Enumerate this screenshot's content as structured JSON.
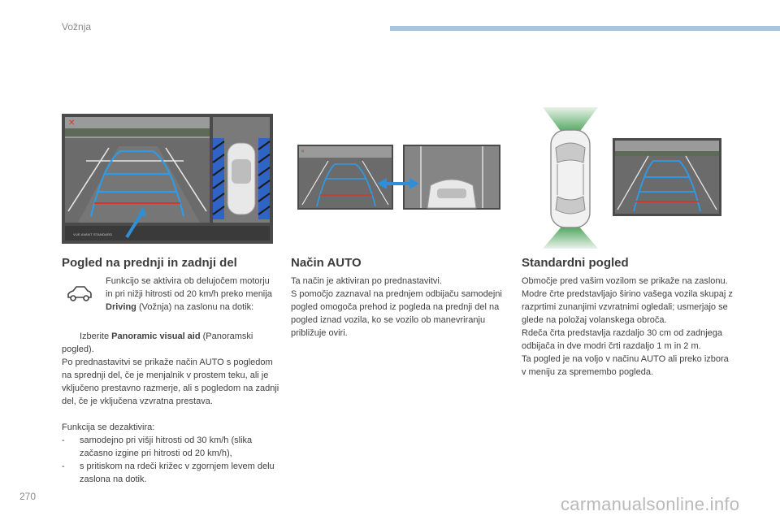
{
  "header": {
    "section": "Vožnja"
  },
  "footer": {
    "page_number": "270",
    "watermark": "carmanualsonline.info"
  },
  "col1": {
    "title": "Pogled na prednji in zadnji del",
    "intro": {
      "t1": "Funkcijo se aktivira ob delujočem motorju in pri nižji hitrosti od 20 km/h preko menija ",
      "bold": "Driving",
      "t2": " (Vožnja) na zaslonu na dotik:"
    },
    "select": {
      "bullet": "",
      "t1": "Izberite ",
      "bold": "Panoramic visual aid",
      "t2": " (Panoramski pogled)."
    },
    "body": "Po prednastavitvi se prikaže način AUTO s pogledom na sprednji del, če je menjalnik v prostem teku, ali je vključeno prestavno razmerje, ali s pogledom na zadnji del, če je vključena vzvratna prestava.",
    "deactivate_title": "Funkcija se dezaktivira:",
    "deactivate_items": [
      {
        "dash": "-",
        "text": "samodejno pri višji hitrosti od 30 km/h (slika začasno izgine pri hitrosti od 20 km/h),"
      },
      {
        "dash": "-",
        "text": "s pritiskom na rdeči križec v zgornjem levem delu zaslona na dotik."
      }
    ],
    "screen_label": "VUE AVANT STANDARD"
  },
  "col2": {
    "title": "Način AUTO",
    "lines": [
      "Ta način je aktiviran po prednastavitvi.",
      "S pomočjo zaznaval na prednjem odbijaču samodejni pogled omogoča prehod iz pogleda na prednji del na pogled iznad vozila, ko se vozilo ob manevriranju približuje oviri."
    ]
  },
  "col3": {
    "title": "Standardni pogled",
    "lines": [
      "Območje pred vašim vozilom se prikaže na zaslonu.",
      "Modre črte predstavljajo širino vašega vozila skupaj z razprtimi zunanjimi vzvratnimi ogledali; usmerjajo se glede na položaj volanskega obroča.",
      "Rdeča črta predstavlja razdaljo 30 cm od zadnjega odbijača in dve modri črti razdaljo 1 m in 2 m.",
      "Ta pogled je na voljo v načinu AUTO ali preko izbora v meniju za spremembo pogleda."
    ]
  },
  "colors": {
    "guide_blue": "#2f9be8",
    "guide_red": "#d8352b",
    "cam_green": "#4aa35a",
    "arrow_blue": "#2f8fd6",
    "accent_bar": "#a8c6e2"
  }
}
